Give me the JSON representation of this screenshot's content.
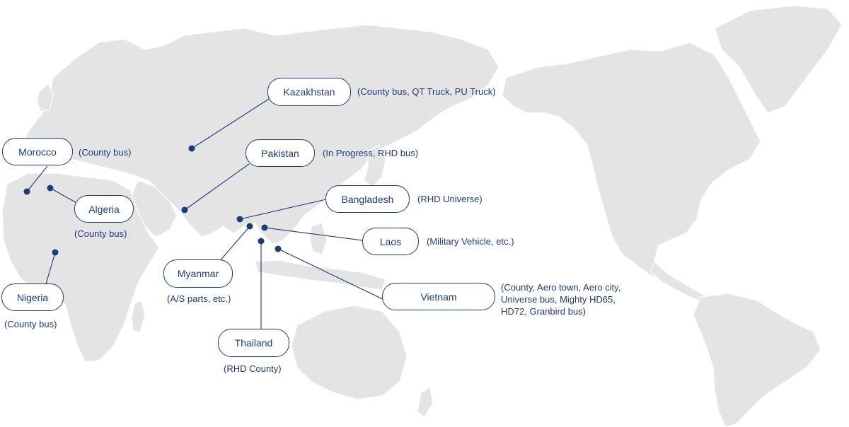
{
  "colors": {
    "accent": "#1f3a7a",
    "land": "#e4e4e4",
    "background": "#ffffff"
  },
  "markers": [
    {
      "id": "kazakhstan",
      "label": "Kazakhstan",
      "note": "(County bus, QT Truck, PU Truck)"
    },
    {
      "id": "morocco",
      "label": "Morocco",
      "note": "(County bus)"
    },
    {
      "id": "pakistan",
      "label": "Pakistan",
      "note": "(In Progress, RHD bus)"
    },
    {
      "id": "algeria",
      "label": "Algeria",
      "note": "(County bus)"
    },
    {
      "id": "bangladesh",
      "label": "Bangladesh",
      "note": "(RHD Universe)"
    },
    {
      "id": "laos",
      "label": "Laos",
      "note": "(Military Vehicle, etc.)"
    },
    {
      "id": "myanmar",
      "label": "Myanmar",
      "note": "(A/S parts, etc.)"
    },
    {
      "id": "nigeria",
      "label": "Nigeria",
      "note": "(County bus)"
    },
    {
      "id": "vietnam",
      "label": "Vietnam",
      "note": "(County, Aero town, Aero city, Universe bus, Mighty HD65, HD72, Granbird bus)"
    },
    {
      "id": "thailand",
      "label": "Thailand",
      "note": "(RHD County)"
    }
  ]
}
